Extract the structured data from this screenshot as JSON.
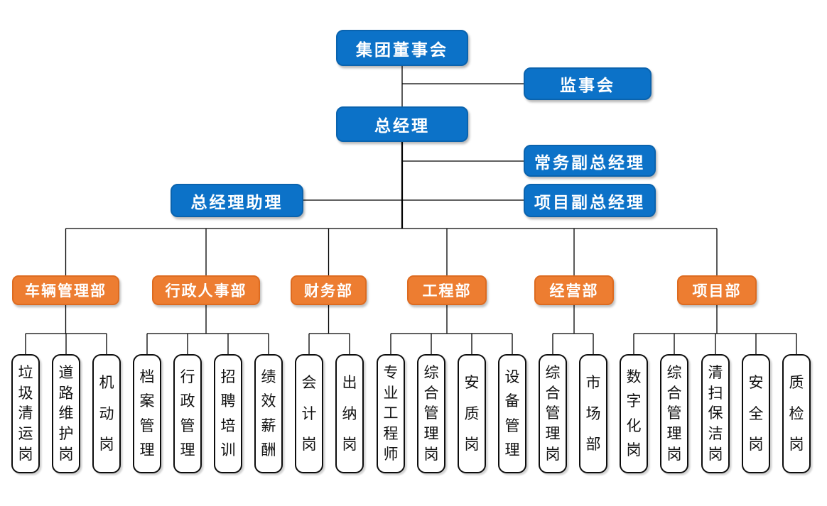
{
  "org_chart": {
    "top": {
      "board": "集团董事会",
      "supervisory": "监事会",
      "general_manager": "总经理",
      "executive_deputy_gm": "常务副总经理",
      "gm_assistant": "总经理助理",
      "project_deputy_gm": "项目副总经理"
    },
    "departments": [
      {
        "label": "车辆管理部",
        "positions": [
          "垃圾清运岗",
          "道路维护岗",
          "机动岗"
        ]
      },
      {
        "label": "行政人事部",
        "positions": [
          "档案管理",
          "行政管理",
          "招聘培训",
          "绩效薪酬"
        ]
      },
      {
        "label": "财务部",
        "positions": [
          "会计岗",
          "出纳岗"
        ]
      },
      {
        "label": "工程部",
        "positions": [
          "专业工程师",
          "综合管理岗",
          "安质岗",
          "设备管理"
        ]
      },
      {
        "label": "经营部",
        "positions": [
          "综合管理岗",
          "市场部"
        ]
      },
      {
        "label": "项目部",
        "positions": [
          "数字化岗",
          "综合管理岗",
          "清扫保洁岗",
          "安全岗",
          "质检岗"
        ]
      }
    ],
    "colors": {
      "executive_fill": "#0C72C8",
      "department_fill": "#ED7D31",
      "position_fill": "#FFFFFF",
      "connector_line": "#000000",
      "executive_text": "#FFFFFF",
      "department_text": "#FFFFFF",
      "position_text": "#111111"
    }
  }
}
